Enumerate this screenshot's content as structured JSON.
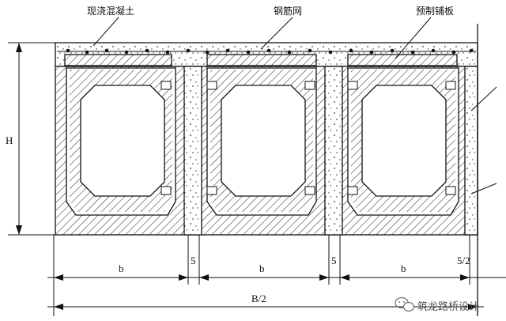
{
  "labels": {
    "cast_in_place_concrete": "现浇混凝土",
    "rebar_mesh": "钢筋网",
    "precast_slab": "预制铺板"
  },
  "dimensions": {
    "height": "H",
    "box_width": "b",
    "joint_width": "5",
    "edge_joint": "5/2",
    "half_width": "B/2"
  },
  "watermark": {
    "text": "筑龙路桥设计",
    "icon": "wechat-icon"
  }
}
